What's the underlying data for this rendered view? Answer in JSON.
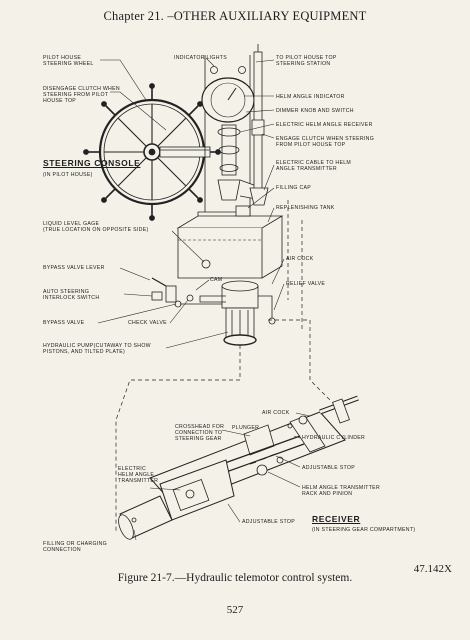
{
  "header": {
    "chapter_title": "Chapter 21. –OTHER AUXILIARY EQUIPMENT"
  },
  "labels": {
    "pilot_house_wheel": [
      "PILOT HOUSE",
      "STEERING WHEEL"
    ],
    "indicator_lights": [
      "INDICATOR LIGHTS"
    ],
    "to_pilot_house_top": [
      "TO PILOT HOUSE TOP",
      "STEERING STATION"
    ],
    "disengage_clutch": [
      "DISENGAGE CLUTCH WHEN",
      "STEERING FROM PILOT",
      "HOUSE TOP"
    ],
    "helm_angle_indicator": [
      "HELM ANGLE INDICATOR"
    ],
    "dimmer_knob": [
      "DIMMER KNOB AND SWITCH"
    ],
    "electric_helm_receiver": [
      "ELECTRIC HELM ANGLE RECEIVER"
    ],
    "engage_clutch": [
      "ENGAGE CLUTCH WHEN STEERING",
      "FROM PILOT HOUSE TOP"
    ],
    "electric_cable": [
      "ELECTRIC CABLE TO HELM",
      "ANGLE TRANSMITTER"
    ],
    "filling_cap": [
      "FILLING CAP"
    ],
    "replenishing_tank": [
      "REPLENISHING TANK"
    ],
    "liquid_level_gage": [
      "LIQUID LEVEL GAGE",
      "(TRUE LOCATION ON OPPOSITE SIDE)"
    ],
    "air_cock_top": [
      "AIR COCK"
    ],
    "bypass_valve_lever": [
      "BYPASS VALVE LEVER"
    ],
    "cam": [
      "CAM"
    ],
    "relief_valve": [
      "RELIEF VALVE"
    ],
    "auto_steering": [
      "AUTO STEERING",
      "INTERLOCK SWITCH"
    ],
    "bypass_valve": [
      "BYPASS VALVE"
    ],
    "check_valve": [
      "CHECK VALVE"
    ],
    "hydraulic_pump": [
      "HYDRAULIC PUMP(CUTAWAY TO SHOW",
      "PISTONS, AND TILTED PLATE)"
    ],
    "air_cock_bottom": [
      "AIR COCK"
    ],
    "crosshead": [
      "CROSSHEAD FOR",
      "CONNECTION TO",
      "STEERING GEAR"
    ],
    "plunger": [
      "PLUNGER"
    ],
    "hydraulic_cylinder": [
      "HYDRAULIC CYLINDER"
    ],
    "electric_helm_transmitter": [
      "ELECTRIC",
      "HELM ANGLE",
      "TRANSMITTER"
    ],
    "adjustable_stop_right": [
      "ADJUSTABLE STOP"
    ],
    "helm_angle_transmitter_rack": [
      "HELM ANGLE TRANSMITTER",
      "RACK AND PINION"
    ],
    "adjustable_stop_bottom": [
      "ADJUSTABLE STOP"
    ],
    "filling_or_charging": [
      "FILLING OR CHARGING",
      "CONNECTION"
    ]
  },
  "sections": {
    "steering_console": {
      "title": "STEERING CONSOLE",
      "subtitle": "(IN PILOT HOUSE)"
    },
    "receiver": {
      "title": "RECEIVER",
      "subtitle": "(IN STEERING GEAR COMPARTMENT)"
    }
  },
  "figure": {
    "caption": "Figure 21-7.—Hydraulic telemotor control system.",
    "number": "47.142X"
  },
  "page_number": "527"
}
